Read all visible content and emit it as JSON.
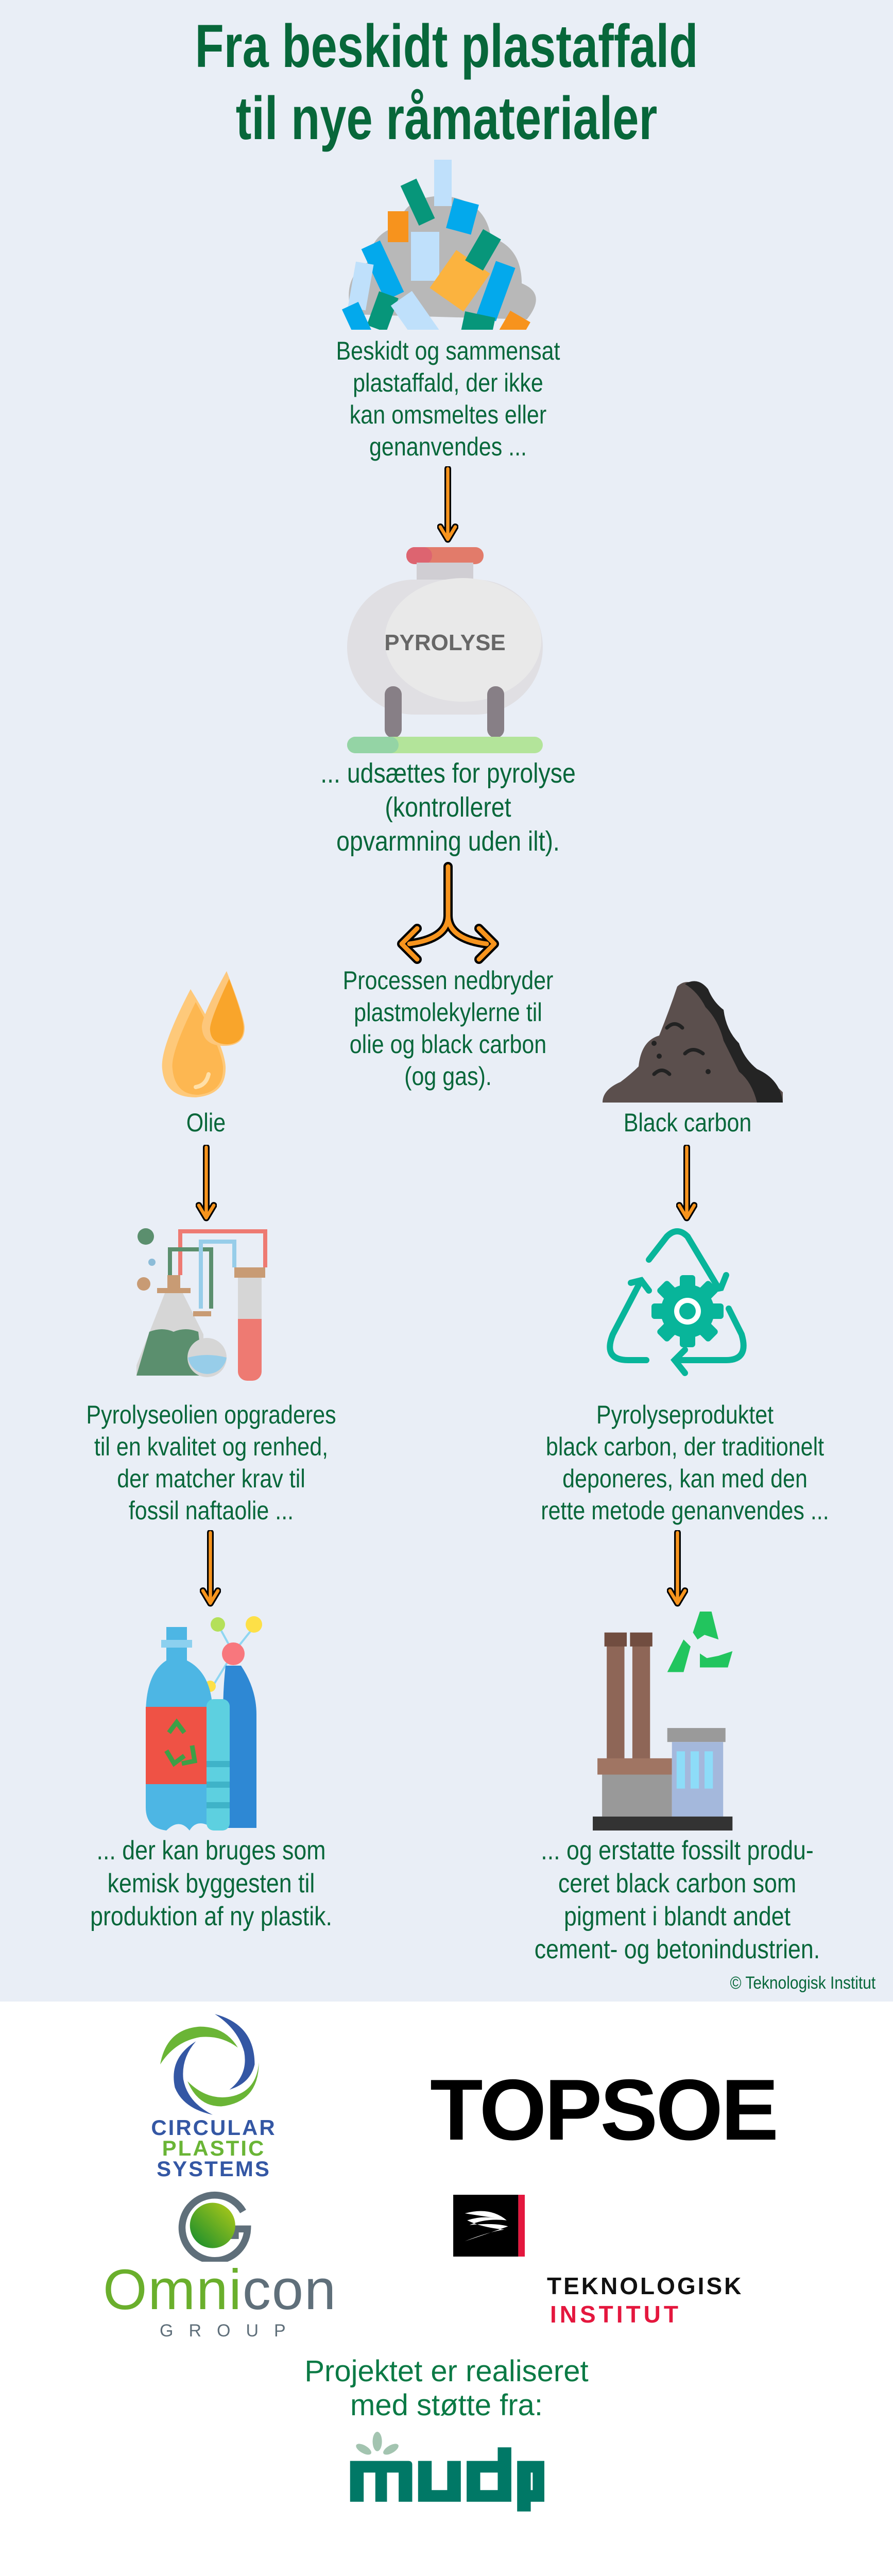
{
  "title": {
    "line1": "Fra beskidt plastaffald",
    "line2": "til nye råmaterialer"
  },
  "steps": {
    "waste": {
      "lines": [
        "Beskidt og sammensat",
        "plastaffald, der ikke",
        "kan omsmeltes eller",
        "genanvendes ..."
      ]
    },
    "pyrolysis": {
      "tank_label": "PYROLYSE",
      "lines": [
        "... udsættes for pyrolyse",
        "(kontrolleret",
        "opvarmning uden ilt)."
      ]
    },
    "split": {
      "lines": [
        "Processen nedbryder",
        "plastmolekylerne til",
        "olie og black carbon",
        "(og gas)."
      ]
    },
    "oil": {
      "label": "Olie",
      "upgrade_lines": [
        "Pyrolyseolien opgraderes",
        "til en kvalitet og renhed,",
        "der matcher krav til",
        "fossil naftaolie ..."
      ],
      "result_lines": [
        "... der kan bruges som",
        "kemisk byggesten til",
        "produktion af ny plastik."
      ]
    },
    "carbon": {
      "label": "Black carbon",
      "upgrade_lines": [
        "Pyrolyseproduktet",
        "black carbon, der traditionelt",
        "deponeres, kan med den",
        "rette metode genanvendes ..."
      ],
      "result_lines": [
        "... og erstatte fossilt produ-",
        "ceret black carbon som",
        "pigment i blandt andet",
        "cement- og betonindustrien."
      ]
    }
  },
  "copyright": "© Teknologisk Institut",
  "partners": {
    "cps": [
      "CIRCULAR",
      "PLASTIC",
      "SYSTEMS"
    ],
    "topsoe": "TOPSOE",
    "omnicon": {
      "name_a": "Omni",
      "name_b": "con",
      "sub": "GROUP"
    },
    "ti": [
      "TEKNOLOGISK",
      "INSTITUT"
    ]
  },
  "support": {
    "lines": [
      "Projektet er realiseret",
      "med støtte fra:"
    ],
    "logo": "mudp"
  },
  "colors": {
    "background": "#e9eef6",
    "text_green": "#07673a",
    "arrow": "#f7941d"
  }
}
